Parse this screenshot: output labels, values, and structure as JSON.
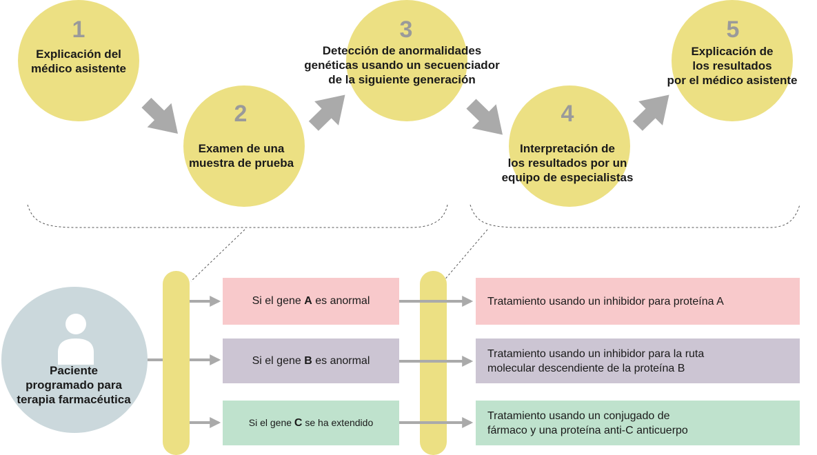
{
  "steps": [
    {
      "number": "1",
      "lines": [
        "Explicación del",
        "médico asistente"
      ]
    },
    {
      "number": "2",
      "lines": [
        "Examen de una",
        "muestra de prueba"
      ]
    },
    {
      "number": "3",
      "lines": [
        "Detección de anormalidades",
        "genéticas usando un secuenciador",
        "de la siguiente generación"
      ]
    },
    {
      "number": "4",
      "lines": [
        "Interpretación de",
        "los resultados por un",
        "equipo de especialistas"
      ]
    },
    {
      "number": "5",
      "lines": [
        "Explicación de",
        "los resultados",
        "por el médico asistente"
      ]
    }
  ],
  "patient": {
    "lines": [
      "Paciente",
      "programado para",
      "terapia farmacéutica"
    ],
    "icon": "person-icon"
  },
  "conditions": [
    {
      "prefix": "Si el gene ",
      "gene": "A",
      "suffix": " es anormal",
      "color": "#f8c9cb"
    },
    {
      "prefix": "Si el gene ",
      "gene": "B",
      "suffix": " es anormal",
      "color": "#ccc5d3"
    },
    {
      "prefix": "Si el gene ",
      "gene": "C",
      "suffix": " se ha extendido",
      "color": "#bfe2cd"
    }
  ],
  "treatments": [
    {
      "lines": [
        "Tratamiento usando un inhibidor para proteína A"
      ],
      "color": "#f8c9cb"
    },
    {
      "lines": [
        "Tratamiento usando un inhibidor para la ruta",
        "molecular descendiente de la proteína B"
      ],
      "color": "#ccc5d3"
    },
    {
      "lines": [
        "Tratamiento usando un conjugado de",
        "fármaco y una proteína anti-C anticuerpo"
      ],
      "color": "#bfe2cd"
    }
  ],
  "colors": {
    "step_circle": "#ece083",
    "step_number": "#9a9a9a",
    "arrow": "#aaaaaa",
    "patient_circle": "#cbd8dc",
    "patient_icon": "#ffffff"
  }
}
